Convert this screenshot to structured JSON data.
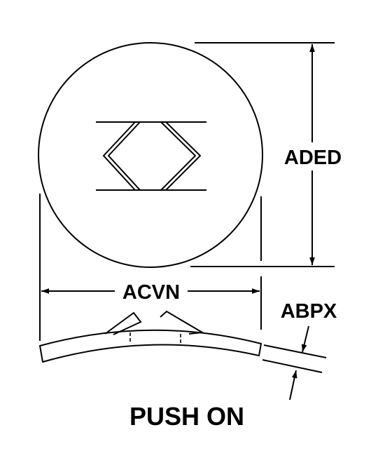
{
  "labels": {
    "height_dim": "ADED",
    "width_dim": "ACVN",
    "thickness_dim": "ABPX",
    "caption": "PUSH ON"
  },
  "colors": {
    "ink": "#000000",
    "paper": "#ffffff"
  }
}
